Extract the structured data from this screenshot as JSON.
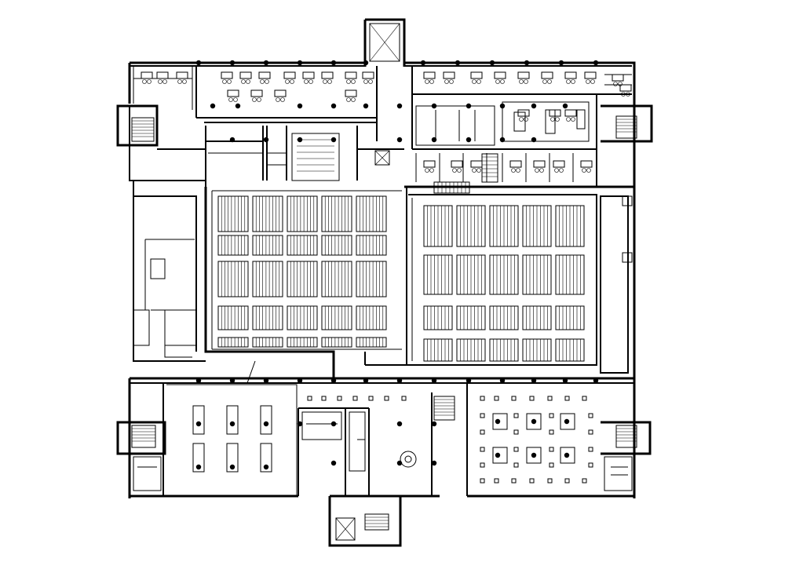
{
  "drawing": {
    "kind": "architectural floor plan",
    "line_color": "#000000",
    "background": "#ffffff",
    "text_labels": []
  },
  "zones": [
    {
      "name": "north-office-west",
      "contents": "workstation-clusters"
    },
    {
      "name": "north-core",
      "contents": "elevator-and-stair"
    },
    {
      "name": "north-office-east",
      "contents": "meeting-rooms-and-workstations"
    },
    {
      "name": "stacks-west",
      "contents": "shelving-ranges"
    },
    {
      "name": "stacks-east",
      "contents": "shelving-ranges"
    },
    {
      "name": "south-hall-west",
      "contents": "study-tables"
    },
    {
      "name": "south-lobby",
      "contents": "entrance-and-reception"
    },
    {
      "name": "south-hall-east",
      "contents": "columns-and-seating"
    },
    {
      "name": "south-core",
      "contents": "elevators-and-stair"
    }
  ]
}
